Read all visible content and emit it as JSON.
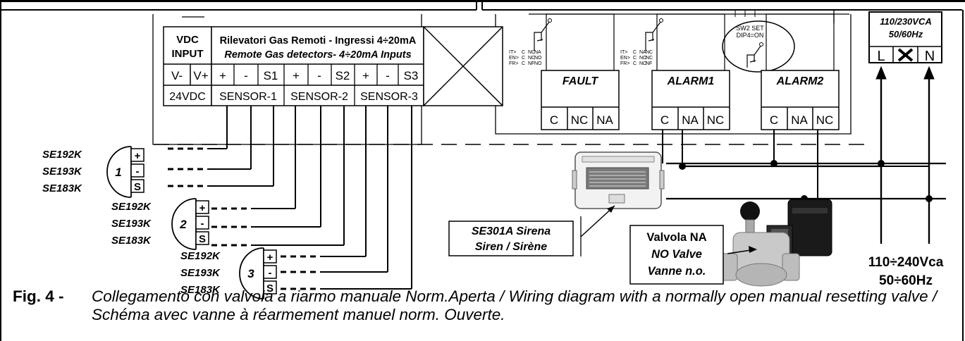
{
  "input_block": {
    "vdc_input": [
      "VDC",
      "INPUT"
    ],
    "terminals": [
      "V-",
      "V+"
    ],
    "voltage": "24VDC"
  },
  "sensor_block": {
    "title_it": "Rilevatori Gas Remoti - Ingressi 4÷20mA",
    "title_en": "Remote Gas detectors- 4÷20mA Inputs",
    "terminals": [
      "+",
      "-",
      "S1",
      "+",
      "-",
      "S2",
      "+",
      "-",
      "S3"
    ],
    "sensor_labels": [
      "SENSOR-1",
      "SENSOR-2",
      "SENSOR-3"
    ]
  },
  "relay_legend": {
    "rows": [
      "IT>",
      "EN>",
      "FR>"
    ],
    "fault_cols": [
      [
        "C",
        "NC",
        "NA"
      ],
      [
        "C",
        "NC",
        "NO"
      ],
      [
        "C",
        "NF",
        "NO"
      ]
    ],
    "alarm_cols": [
      [
        "C",
        "NA",
        "NC"
      ],
      [
        "C",
        "NO",
        "NC"
      ],
      [
        "C",
        "NO",
        "NF"
      ]
    ]
  },
  "sw2_note": [
    "SW2 SET",
    "DIP4=ON"
  ],
  "relays": [
    {
      "name": "FAULT",
      "terminals": [
        "C",
        "NC",
        "NA"
      ]
    },
    {
      "name": "ALARM1",
      "terminals": [
        "C",
        "NA",
        "NC"
      ]
    },
    {
      "name": "ALARM2",
      "terminals": [
        "C",
        "NA",
        "NC"
      ]
    }
  ],
  "power_block": {
    "title": [
      "110/230VCA",
      "50/60Hz"
    ],
    "terminals": [
      "L",
      "N"
    ]
  },
  "detector_groups": [
    {
      "number": "1",
      "models": [
        "SE192K",
        "SE193K",
        "SE183K"
      ],
      "pins": [
        "+",
        "-",
        "S"
      ]
    },
    {
      "number": "2",
      "models": [
        "SE192K",
        "SE193K",
        "SE183K"
      ],
      "pins": [
        "+",
        "-",
        "S"
      ]
    },
    {
      "number": "3",
      "models": [
        "SE192K",
        "SE193K",
        "SE183K"
      ],
      "pins": [
        "+",
        "-",
        "S"
      ]
    }
  ],
  "siren_label": [
    "SE301A Sirena",
    "Siren / Sirène"
  ],
  "valve_label": [
    "Valvola NA",
    "NO Valve",
    "Vanne n.o."
  ],
  "mains_label": [
    "110÷240Vca",
    "50÷60Hz"
  ],
  "caption": {
    "label": "Fig. 4 -",
    "text": "Collegamento con valvola a riarmo manuale Norm.Aperta / Wiring diagram with a normally open manual resetting valve / Schéma avec vanne à réarmement manuel norm. Ouverte."
  }
}
